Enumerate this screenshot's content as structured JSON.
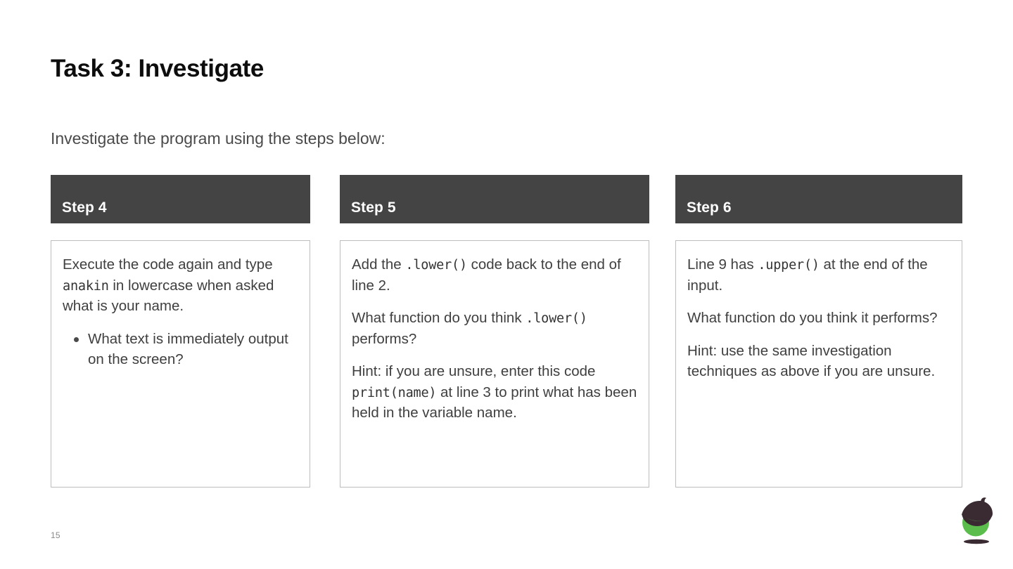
{
  "slide": {
    "title": "Task 3: Investigate",
    "subtitle": "Investigate the program using the steps below:",
    "page_number": "15",
    "colors": {
      "header_bar": "#444444",
      "body_text": "#3f3f3f",
      "title_text": "#0d0d0d",
      "card_border": "#bdbdbd",
      "acorn_body": "#5bbd4b",
      "acorn_cap": "#3a2b33",
      "page_number_text": "#8a8a8a"
    }
  },
  "columns": [
    {
      "header": "Step 4",
      "paragraphs": [
        {
          "type": "text",
          "runs": [
            {
              "t": "Execute the code again and type ",
              "code": false
            },
            {
              "t": "anakin",
              "code": true
            },
            {
              "t": " in lowercase when asked what is your name.",
              "code": false
            }
          ]
        },
        {
          "type": "bullets",
          "items": [
            {
              "runs": [
                {
                  "t": "What text is immediately output on the screen?",
                  "code": false
                }
              ]
            }
          ]
        }
      ]
    },
    {
      "header": "Step 5",
      "paragraphs": [
        {
          "type": "text",
          "runs": [
            {
              "t": "Add the ",
              "code": false
            },
            {
              "t": ".lower()",
              "code": true
            },
            {
              "t": " code back to the end of line 2.",
              "code": false
            }
          ]
        },
        {
          "type": "text",
          "runs": [
            {
              "t": "What function do you think ",
              "code": false
            },
            {
              "t": ".lower()",
              "code": true
            },
            {
              "t": " performs?",
              "code": false
            }
          ]
        },
        {
          "type": "text",
          "runs": [
            {
              "t": "Hint: if you are unsure, enter this code ",
              "code": false
            },
            {
              "t": "print(name)",
              "code": true
            },
            {
              "t": " at line 3 to print what has been held in the variable name.",
              "code": false
            }
          ]
        }
      ]
    },
    {
      "header": "Step 6",
      "paragraphs": [
        {
          "type": "text",
          "runs": [
            {
              "t": "Line 9 has ",
              "code": false
            },
            {
              "t": ".upper()",
              "code": true
            },
            {
              "t": " at the end of the input.",
              "code": false
            }
          ]
        },
        {
          "type": "text",
          "runs": [
            {
              "t": "What function do you think it performs?",
              "code": false
            }
          ]
        },
        {
          "type": "text",
          "runs": [
            {
              "t": "Hint: use the same investigation techniques as above if you are unsure.",
              "code": false
            }
          ]
        }
      ]
    }
  ],
  "logo": {
    "name": "acorn-logo"
  }
}
